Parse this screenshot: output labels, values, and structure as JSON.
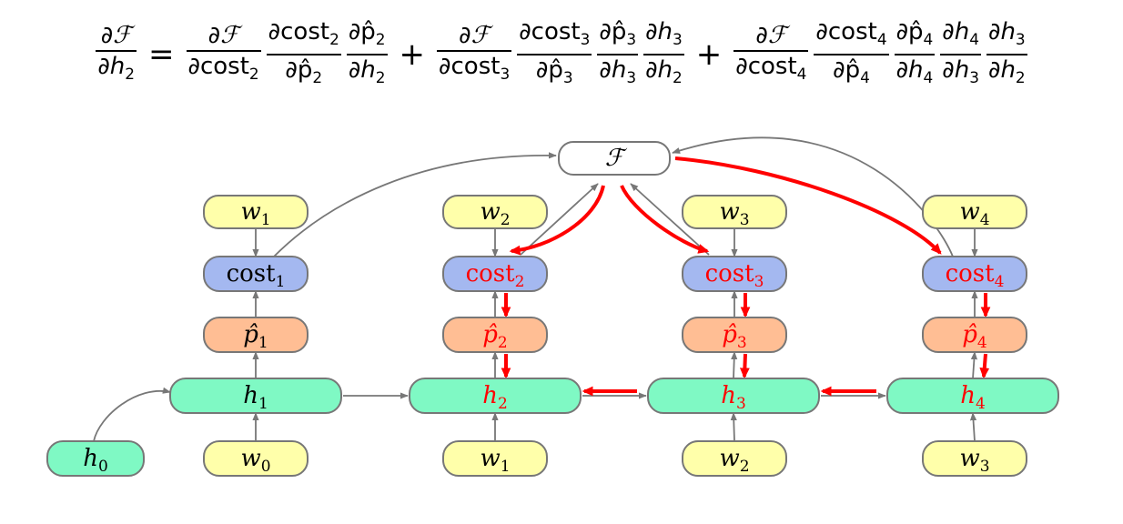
{
  "equation": {
    "lhs": {
      "num": [
        "∂",
        "ℱ",
        ""
      ],
      "den": [
        "∂",
        "h",
        "2"
      ]
    },
    "equals": "=",
    "plus": "+",
    "terms": [
      [
        {
          "num": [
            "∂",
            "ℱ",
            ""
          ],
          "den": [
            "∂",
            "cost",
            "2"
          ]
        },
        {
          "num": [
            "∂",
            "cost",
            "2"
          ],
          "den": [
            "∂",
            "p̂",
            "2"
          ]
        },
        {
          "num": [
            "∂",
            "p̂",
            "2"
          ],
          "den": [
            "∂",
            "h",
            "2"
          ]
        }
      ],
      [
        {
          "num": [
            "∂",
            "ℱ",
            ""
          ],
          "den": [
            "∂",
            "cost",
            "3"
          ]
        },
        {
          "num": [
            "∂",
            "cost",
            "3"
          ],
          "den": [
            "∂",
            "p̂",
            "3"
          ]
        },
        {
          "num": [
            "∂",
            "p̂",
            "3"
          ],
          "den": [
            "∂",
            "h",
            "3"
          ]
        },
        {
          "num": [
            "∂",
            "h",
            "3"
          ],
          "den": [
            "∂",
            "h",
            "2"
          ]
        }
      ],
      [
        {
          "num": [
            "∂",
            "ℱ",
            ""
          ],
          "den": [
            "∂",
            "cost",
            "4"
          ]
        },
        {
          "num": [
            "∂",
            "cost",
            "4"
          ],
          "den": [
            "∂",
            "p̂",
            "4"
          ]
        },
        {
          "num": [
            "∂",
            "p̂",
            "4"
          ],
          "den": [
            "∂",
            "h",
            "4"
          ]
        },
        {
          "num": [
            "∂",
            "h",
            "4"
          ],
          "den": [
            "∂",
            "h",
            "3"
          ]
        },
        {
          "num": [
            "∂",
            "h",
            "3"
          ],
          "den": [
            "∂",
            "h",
            "2"
          ]
        }
      ]
    ]
  },
  "colors": {
    "w": "#ffffaa",
    "cost": "#a4b8f0",
    "p": "#ffbe94",
    "h": "#7ff9c4",
    "F": "#ffffff",
    "stroke": "#777777",
    "highlight": "#ff0000"
  },
  "nodes": {
    "F": {
      "base": "ℱ",
      "sub": "",
      "kind": "F",
      "highlight": false
    },
    "w1a": {
      "base": "w",
      "sub": "1",
      "kind": "w",
      "highlight": false
    },
    "w2a": {
      "base": "w",
      "sub": "2",
      "kind": "w",
      "highlight": false
    },
    "w3a": {
      "base": "w",
      "sub": "3",
      "kind": "w",
      "highlight": false
    },
    "w4a": {
      "base": "w",
      "sub": "4",
      "kind": "w",
      "highlight": false
    },
    "cost1": {
      "base": "cost",
      "sub": "1",
      "kind": "cost",
      "highlight": false
    },
    "cost2": {
      "base": "cost",
      "sub": "2",
      "kind": "cost",
      "highlight": true
    },
    "cost3": {
      "base": "cost",
      "sub": "3",
      "kind": "cost",
      "highlight": true
    },
    "cost4": {
      "base": "cost",
      "sub": "4",
      "kind": "cost",
      "highlight": true
    },
    "p1": {
      "base": "p̂",
      "sub": "1",
      "kind": "p",
      "highlight": false
    },
    "p2": {
      "base": "p̂",
      "sub": "2",
      "kind": "p",
      "highlight": true
    },
    "p3": {
      "base": "p̂",
      "sub": "3",
      "kind": "p",
      "highlight": true
    },
    "p4": {
      "base": "p̂",
      "sub": "4",
      "kind": "p",
      "highlight": true
    },
    "h1": {
      "base": "h",
      "sub": "1",
      "kind": "h",
      "highlight": false
    },
    "h2": {
      "base": "h",
      "sub": "2",
      "kind": "h",
      "highlight": true
    },
    "h3": {
      "base": "h",
      "sub": "3",
      "kind": "h",
      "highlight": true
    },
    "h4": {
      "base": "h",
      "sub": "4",
      "kind": "h",
      "highlight": true
    },
    "h0": {
      "base": "h",
      "sub": "0",
      "kind": "h",
      "highlight": false
    },
    "w0b": {
      "base": "w",
      "sub": "0",
      "kind": "w",
      "highlight": false
    },
    "w1b": {
      "base": "w",
      "sub": "1",
      "kind": "w",
      "highlight": false
    },
    "w2b": {
      "base": "w",
      "sub": "2",
      "kind": "w",
      "highlight": false
    },
    "w3b": {
      "base": "w",
      "sub": "3",
      "kind": "w",
      "highlight": false
    }
  },
  "edges": [
    {
      "from": "w1a",
      "to": "cost1",
      "type": "forward"
    },
    {
      "from": "w2a",
      "to": "cost2",
      "type": "forward"
    },
    {
      "from": "w3a",
      "to": "cost3",
      "type": "forward"
    },
    {
      "from": "w4a",
      "to": "cost4",
      "type": "forward"
    },
    {
      "from": "p1",
      "to": "cost1",
      "type": "forward"
    },
    {
      "from": "p2",
      "to": "cost2",
      "type": "forward"
    },
    {
      "from": "p3",
      "to": "cost3",
      "type": "forward"
    },
    {
      "from": "p4",
      "to": "cost4",
      "type": "forward"
    },
    {
      "from": "h1",
      "to": "p1",
      "type": "forward"
    },
    {
      "from": "h2",
      "to": "p2",
      "type": "forward"
    },
    {
      "from": "h3",
      "to": "p3",
      "type": "forward"
    },
    {
      "from": "h4",
      "to": "p4",
      "type": "forward"
    },
    {
      "from": "w0b",
      "to": "h1",
      "type": "forward"
    },
    {
      "from": "w1b",
      "to": "h2",
      "type": "forward"
    },
    {
      "from": "w2b",
      "to": "h3",
      "type": "forward"
    },
    {
      "from": "w3b",
      "to": "h4",
      "type": "forward"
    },
    {
      "from": "h0",
      "to": "h1",
      "type": "forward"
    },
    {
      "from": "h1",
      "to": "h2",
      "type": "forward"
    },
    {
      "from": "h2",
      "to": "h3",
      "type": "forward"
    },
    {
      "from": "h3",
      "to": "h4",
      "type": "forward"
    },
    {
      "from": "cost1",
      "to": "F",
      "type": "forward"
    },
    {
      "from": "cost2",
      "to": "F",
      "type": "forward"
    },
    {
      "from": "cost3",
      "to": "F",
      "type": "forward"
    },
    {
      "from": "cost4",
      "to": "F",
      "type": "forward"
    },
    {
      "from": "F",
      "to": "cost2",
      "type": "backward"
    },
    {
      "from": "F",
      "to": "cost3",
      "type": "backward"
    },
    {
      "from": "F",
      "to": "cost4",
      "type": "backward"
    },
    {
      "from": "cost2",
      "to": "p2",
      "type": "backward"
    },
    {
      "from": "cost3",
      "to": "p3",
      "type": "backward"
    },
    {
      "from": "cost4",
      "to": "p4",
      "type": "backward"
    },
    {
      "from": "p2",
      "to": "h2",
      "type": "backward"
    },
    {
      "from": "p3",
      "to": "h3",
      "type": "backward"
    },
    {
      "from": "p4",
      "to": "h4",
      "type": "backward"
    },
    {
      "from": "h3",
      "to": "h2",
      "type": "backward"
    },
    {
      "from": "h4",
      "to": "h3",
      "type": "backward"
    }
  ]
}
